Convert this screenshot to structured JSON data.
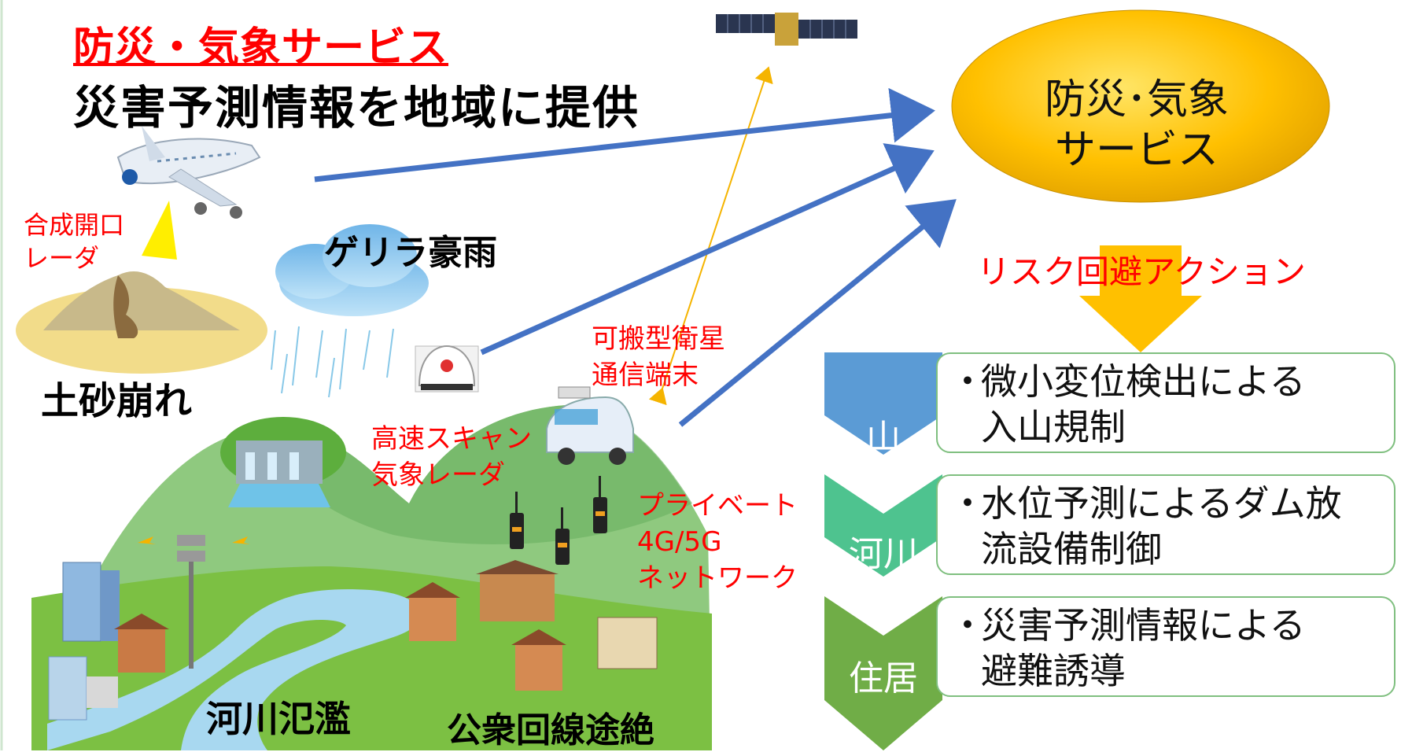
{
  "title": {
    "main": "防災・気象サービス",
    "sub": "災害予測情報を地域に提供"
  },
  "labels": {
    "sar": [
      "合成開口",
      "レーダ"
    ],
    "guerrilla": "ゲリラ豪雨",
    "landslide": "土砂崩れ",
    "satellite_terminal": [
      "可搬型衛星",
      "通信端末"
    ],
    "radar": [
      "高速スキャン",
      "気象レーダ"
    ],
    "private_network": [
      "プライベート",
      "4G/5G",
      "ネットワーク"
    ],
    "river_flood": "河川氾濫",
    "public_line": "公衆回線途絶"
  },
  "service": {
    "ellipse_lines": [
      "防災･気象",
      "サービス"
    ],
    "risk_action": "リスク回避アクション"
  },
  "actions": [
    {
      "area": "山",
      "bullet": "・",
      "lines": [
        "微小変位検出による",
        "入山規制"
      ]
    },
    {
      "area": "河川",
      "bullet": "・",
      "lines": [
        "水位予測によるダム放",
        "流設備制御"
      ]
    },
    {
      "area": "住居",
      "bullet": "・",
      "lines": [
        "災害予測情報による",
        "避難誘導"
      ]
    }
  ],
  "colors": {
    "title_red": "#ff0000",
    "arrow_blue": "#4472c4",
    "ellipse_gold": "#ffc000",
    "chevron_mountain": "#5b9bd5",
    "chevron_river": "#4ec38f",
    "chevron_home": "#70ad47",
    "hill_green": "#8fc97f"
  },
  "icons": [
    "satellite-icon",
    "airplane-icon",
    "cloud-rain-icon",
    "radar-dome-icon",
    "vehicle-icon",
    "radio-icon",
    "loudspeaker-icon",
    "building-icon",
    "house-icon",
    "dam-icon"
  ]
}
